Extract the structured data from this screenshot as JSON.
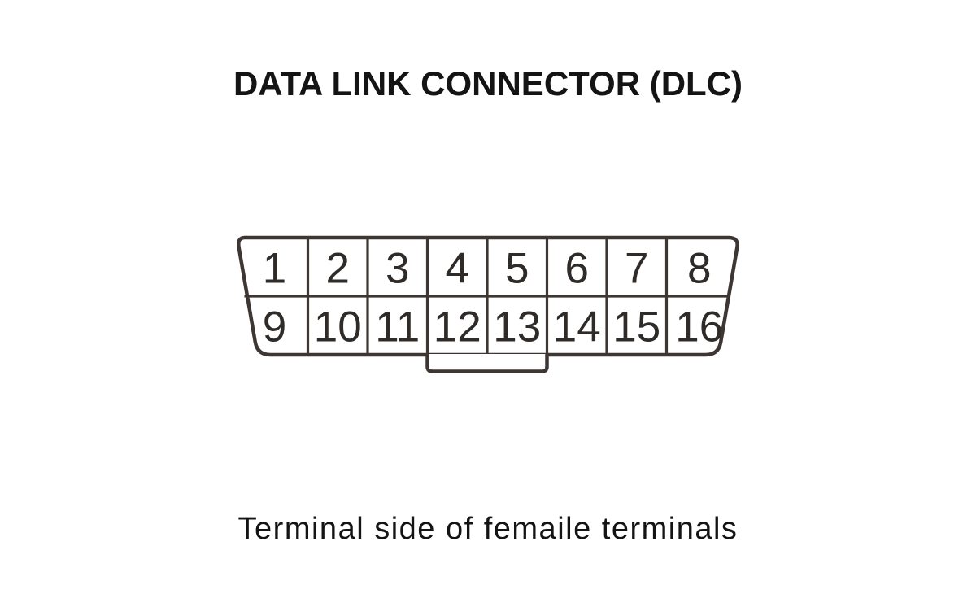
{
  "title": "DATA LINK CONNECTOR (DLC)",
  "caption": "Terminal side of femaile terminals",
  "connector": {
    "name": "16-pin data link connector pinout, two rows",
    "rows": [
      {
        "pins": [
          "1",
          "2",
          "3",
          "4",
          "5",
          "6",
          "7",
          "8"
        ]
      },
      {
        "pins": [
          "9",
          "10",
          "11",
          "12",
          "13",
          "14",
          "15",
          "16"
        ]
      }
    ]
  },
  "colors": {
    "background": "#ffffff",
    "line": "#3e3633",
    "pin_text": "#2f2b29",
    "label_text": "#141414"
  }
}
